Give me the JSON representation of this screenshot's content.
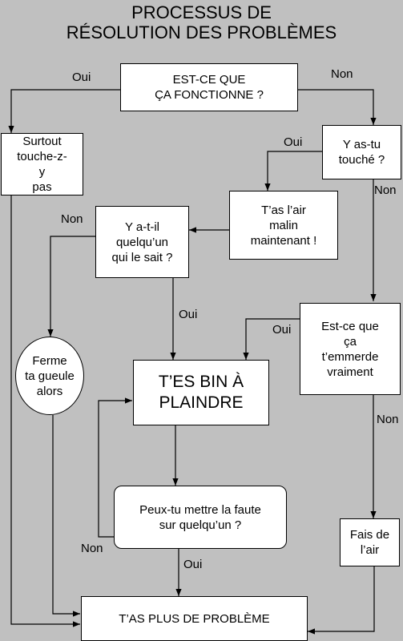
{
  "title": {
    "line1": "PROCESSUS DE",
    "line2": "RÉSOLUTION DES PROBLÈMES"
  },
  "nodes": {
    "works": "EST-CE QUE\nÇA FONCTIONNE ?",
    "dont_touch": "Surtout\ntouche-z-\ny\npas",
    "touched": "Y as-tu\ntouché ?",
    "look_smart": "T’as l’air\nmalin\nmaintenant !",
    "anyone_knows": "Y a-t-il\nquelqu’un\nqui le sait ?",
    "annoys": "Est-ce que\nça\nt’emmerde\nvraiment",
    "shut_up": "Ferme\nta gueule\nalors",
    "pity": "T’ES BIN À\nPLAINDRE",
    "blame": "Peux-tu mettre la faute\nsur quelqu’un ?",
    "act": "Fais de\nl’air",
    "no_problem": "T’AS PLUS DE PROBLÈME"
  },
  "labels": {
    "works_yes": "Oui",
    "works_no": "Non",
    "touched_yes": "Oui",
    "touched_no": "Non",
    "anyone_no": "Non",
    "anyone_yes": "Oui",
    "annoys_yes": "Oui",
    "annoys_no": "Non",
    "blame_no": "Non",
    "blame_yes": "Oui"
  }
}
